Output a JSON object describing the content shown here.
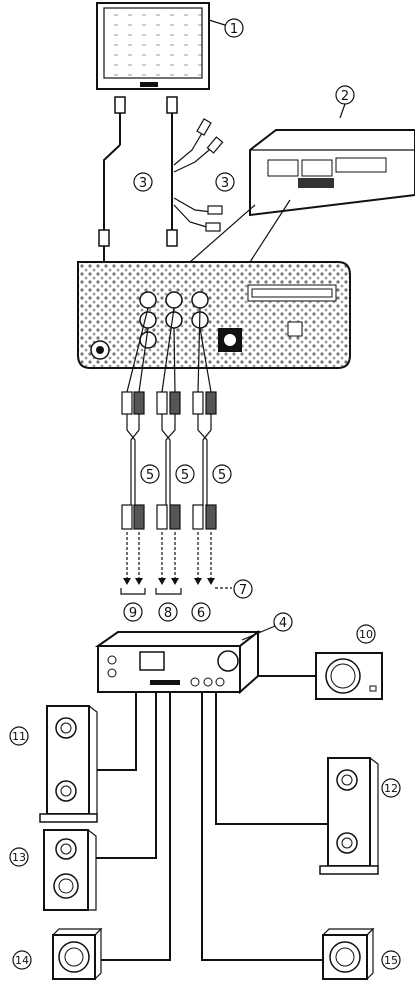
{
  "callouts": {
    "c1": "1",
    "c2": "2",
    "c3a": "3",
    "c3b": "3",
    "c4": "4",
    "c5a": "5",
    "c5b": "5",
    "c5c": "5",
    "c6": "6",
    "c7": "7",
    "c8": "8",
    "c9": "9",
    "c10": "10",
    "c11": "11",
    "c12": "12",
    "c13": "13",
    "c14": "14",
    "c15": "15"
  }
}
